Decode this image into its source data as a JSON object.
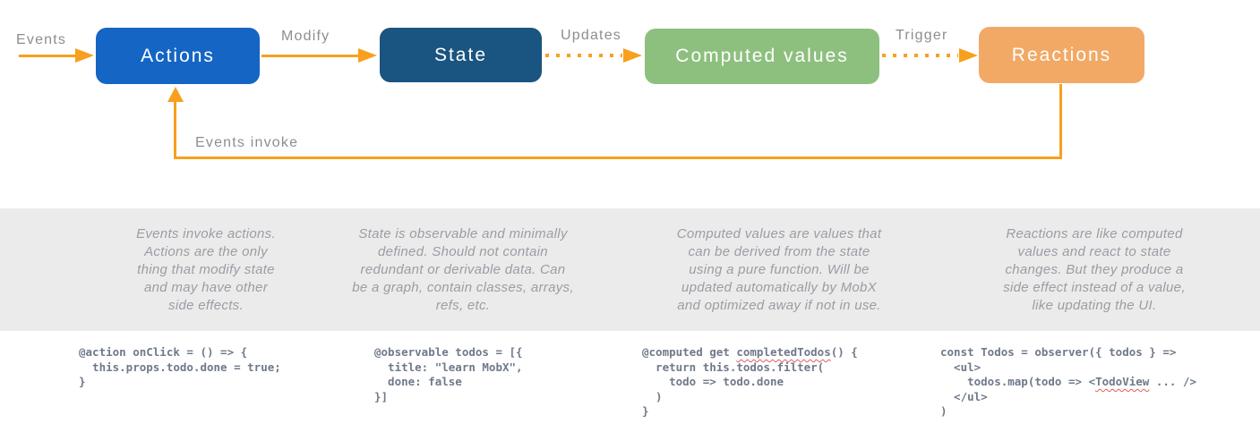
{
  "colors": {
    "arrow": "#F7A01E",
    "actions_box": "#1565C4",
    "state_box": "#1A5480",
    "computed_box": "#8DC07E",
    "reactions_box": "#F2A966",
    "band_bg": "#EBEBEB",
    "label_text": "#8B8E92",
    "description_text": "#9A9DA4",
    "code_text": "#6F7989",
    "squiggle": "#E05C5C"
  },
  "flow": {
    "input_label": "Events",
    "nodes": [
      {
        "id": "actions",
        "label": "Actions"
      },
      {
        "id": "state",
        "label": "State"
      },
      {
        "id": "computed-values",
        "label": "Computed values"
      },
      {
        "id": "reactions",
        "label": "Reactions"
      }
    ],
    "edge_labels": [
      "Modify",
      "Updates",
      "Trigger"
    ],
    "feedback_label": "Events invoke"
  },
  "descriptions": [
    "Events invoke actions.\nActions are the only\nthing that modify state\nand may have other\nside effects.",
    "State is observable and minimally\ndefined. Should not contain\nredundant or derivable data. Can\nbe a graph, contain classes, arrays,\nrefs, etc.",
    "Computed values are values that\ncan be derived from the state\nusing a pure function. Will be\nupdated automatically by MobX\nand optimized away if not in use.",
    "Reactions are like computed\nvalues and react to state\nchanges. But they produce a\nside effect instead of a value,\nlike updating the UI."
  ],
  "code_blocks": [
    {
      "lines": [
        [
          {
            "text": "@action onClick = () => {"
          }
        ],
        [
          {
            "text": "  this.props.todo.done = true;"
          }
        ],
        [
          {
            "text": "}"
          }
        ]
      ]
    },
    {
      "lines": [
        [
          {
            "text": "@observable todos = [{"
          }
        ],
        [
          {
            "text": "  title: \"learn MobX\","
          }
        ],
        [
          {
            "text": "  done: false"
          }
        ],
        [
          {
            "text": "}]"
          }
        ]
      ]
    },
    {
      "lines": [
        [
          {
            "text": "@computed get "
          },
          {
            "text": "completedTodos",
            "u": true
          },
          {
            "text": "() {"
          }
        ],
        [
          {
            "text": "  return this.todos.filter("
          }
        ],
        [
          {
            "text": "    todo => todo.done"
          }
        ],
        [
          {
            "text": "  )"
          }
        ],
        [
          {
            "text": "}"
          }
        ]
      ]
    },
    {
      "lines": [
        [
          {
            "text": "const Todos = observer({ todos } =>"
          }
        ],
        [
          {
            "text": "  <ul>"
          }
        ],
        [
          {
            "text": "    todos.map(todo => <"
          },
          {
            "text": "TodoView",
            "u": true
          },
          {
            "text": " ... />"
          }
        ],
        [
          {
            "text": "  </ul>"
          }
        ],
        [
          {
            "text": ")"
          }
        ]
      ]
    }
  ]
}
